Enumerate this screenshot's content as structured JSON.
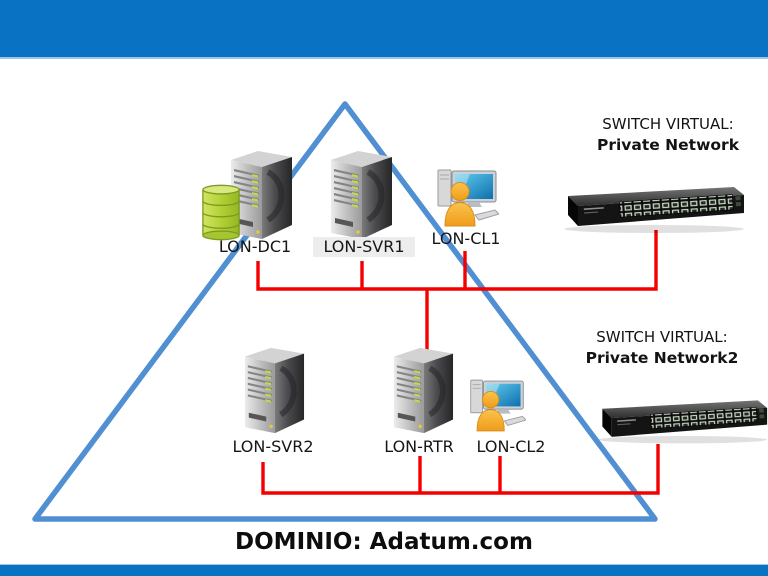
{
  "slide": {
    "top_bar_color": "#0a72c2",
    "bottom_bar_color": "#0a72c2",
    "triangle_color": "#4f8fd2",
    "wire_color": "#f40000",
    "domain_label": "DOMINIO: Adatum.com",
    "nodes": {
      "dc1": {
        "label": "LON-DC1",
        "type": "domain-controller-server-with-database"
      },
      "svr1": {
        "label": "LON-SVR1",
        "type": "server"
      },
      "cl1": {
        "label": "LON-CL1",
        "type": "client-workstation"
      },
      "svr2": {
        "label": "LON-SVR2",
        "type": "server"
      },
      "rtr": {
        "label": "LON-RTR",
        "type": "router-server"
      },
      "cl2": {
        "label": "LON-CL2",
        "type": "client-workstation"
      }
    },
    "switches": {
      "sw1": {
        "title": "SWITCH VIRTUAL:",
        "name": "Private Network"
      },
      "sw2": {
        "title": "SWITCH VIRTUAL:",
        "name": "Private Network2"
      }
    }
  }
}
